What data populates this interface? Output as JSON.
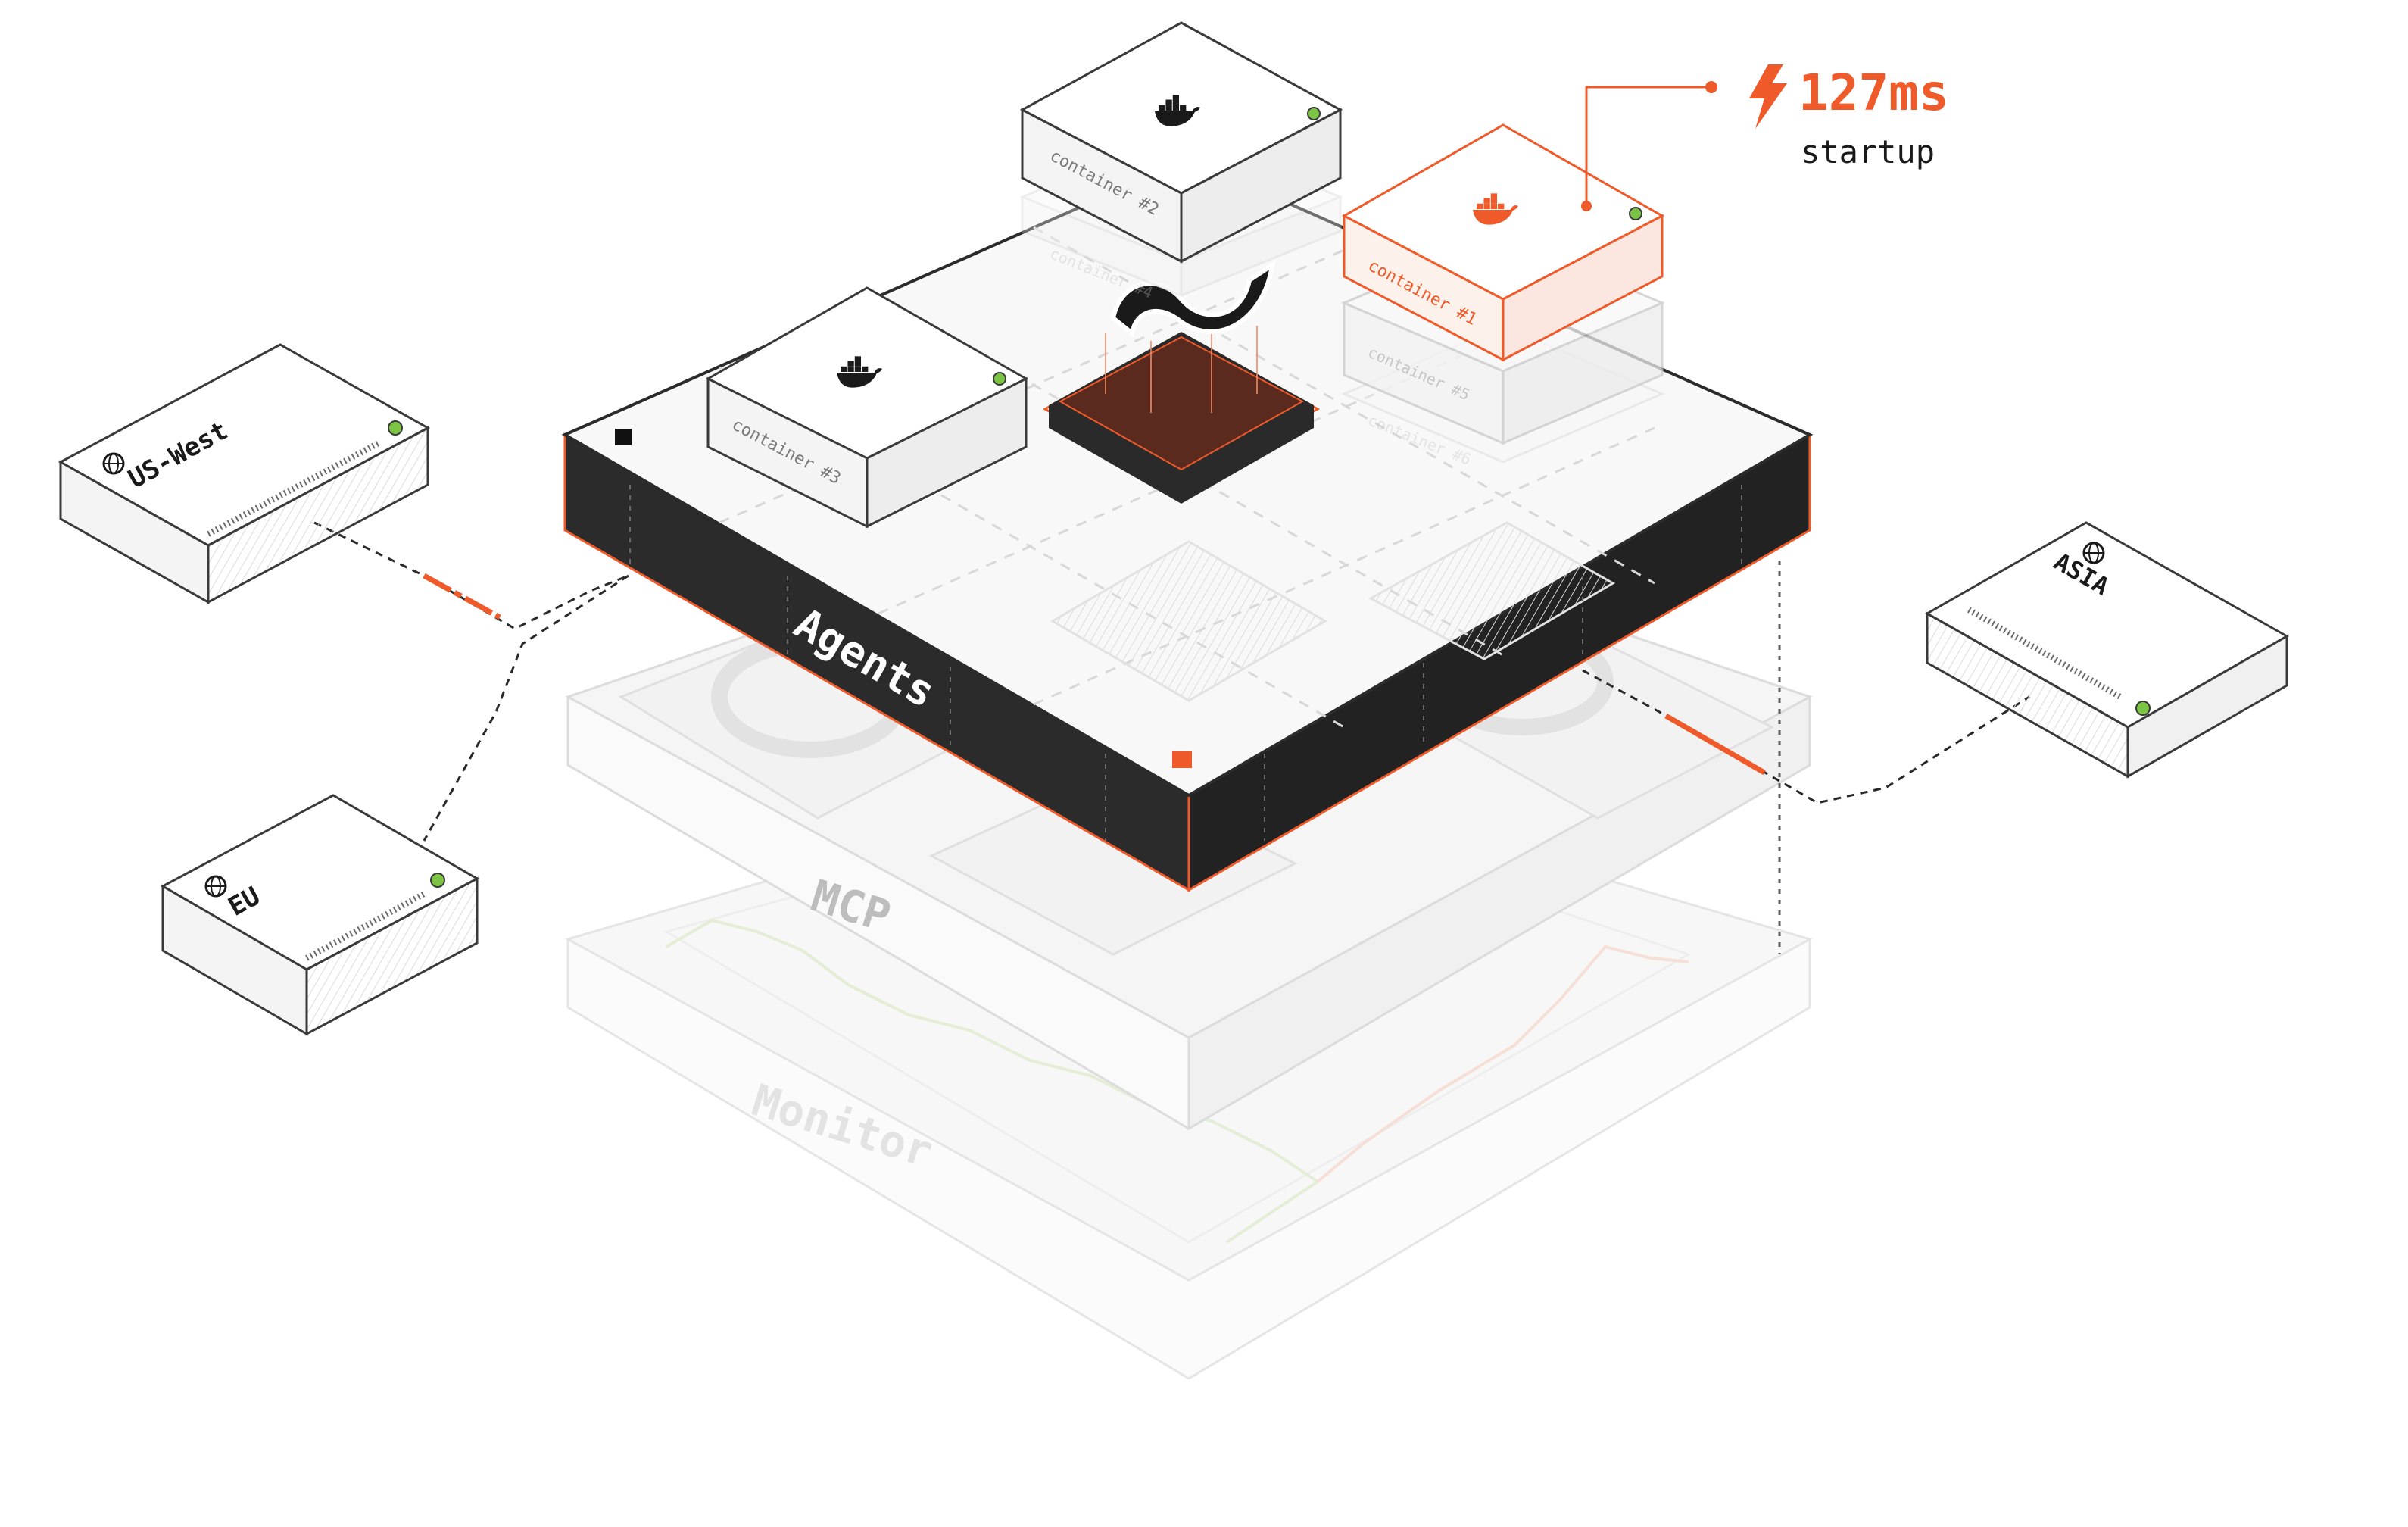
{
  "layers": {
    "agents": "Agents",
    "mcp": "MCP",
    "monitor": "Monitor"
  },
  "containers": {
    "c1": "container #1",
    "c2": "container #2",
    "c3": "container #3",
    "c4": "container #4",
    "c5": "container #5",
    "c6": "container #6"
  },
  "regions": {
    "us_west": "US-West",
    "eu": "EU",
    "asia": "ASIA"
  },
  "startup": {
    "value": "127ms",
    "label": "startup"
  },
  "icons": {
    "container": "docker-whale-icon",
    "region": "globe-icon",
    "metric": "lightning-bolt-icon",
    "core": "wave-logo-icon"
  },
  "colors": {
    "accent": "#ef5a2a",
    "dark": "#2b2b2b",
    "status_green": "#7cc443",
    "line": "#3a3a3a"
  }
}
